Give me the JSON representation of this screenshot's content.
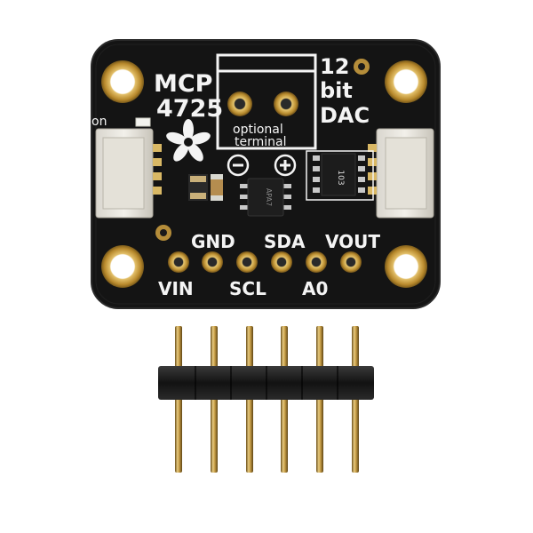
{
  "board": {
    "title_line1": "MCP",
    "title_line2": "4725",
    "spec_line1": "12",
    "spec_line2": "bit",
    "spec_line3": "DAC",
    "terminal_line1": "optional",
    "terminal_line2": "terminal",
    "minus_symbol": "−",
    "plus_symbol": "+",
    "on_label": "on",
    "resistor_code": "103",
    "chip_code": "APA7",
    "pins_top": [
      "GND",
      "SDA",
      "VOUT"
    ],
    "pins_bottom": [
      "VIN",
      "SCL",
      "A0"
    ],
    "pcb_color": "#141414",
    "gold_color": "#c9a24a"
  },
  "header": {
    "pin_count": 6
  }
}
